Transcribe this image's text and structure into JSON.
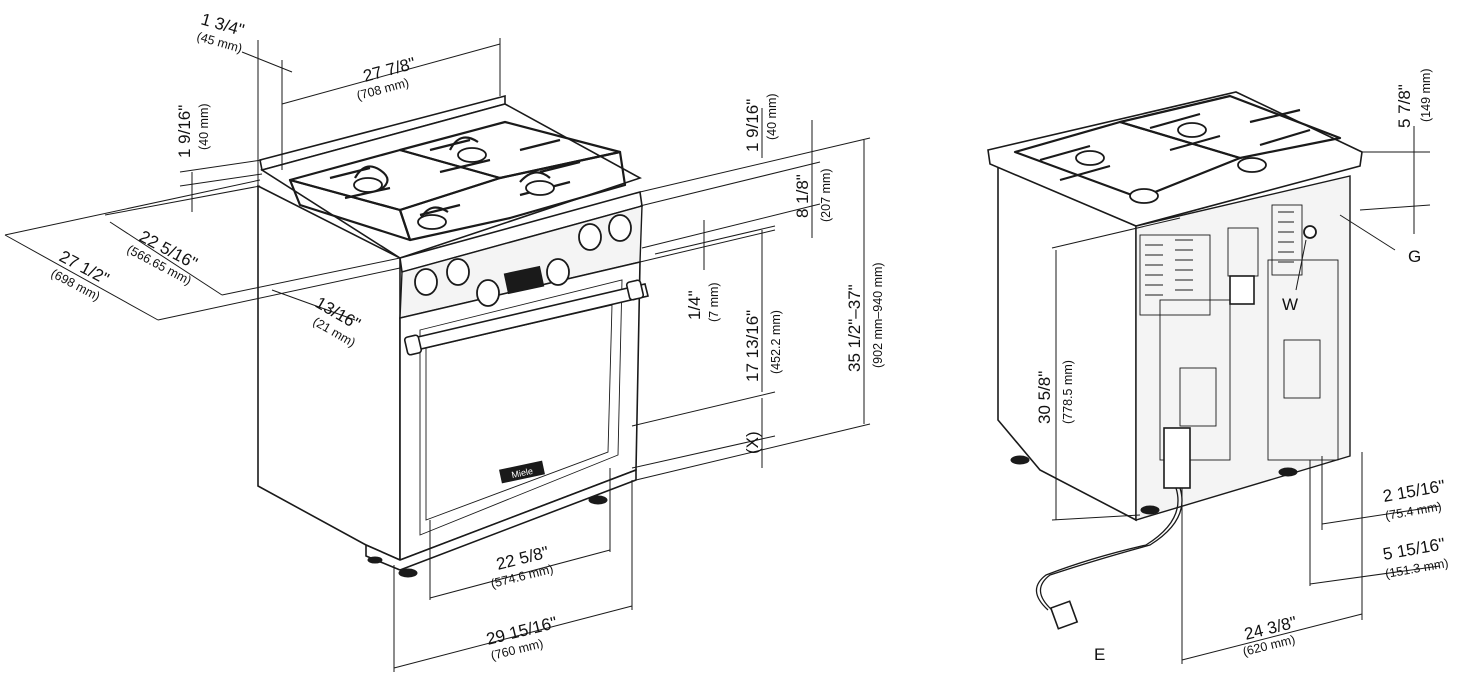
{
  "labels": {
    "dim_1_3_4": {
      "in": "1 3/4\"",
      "mm": "(45 mm)"
    },
    "dim_27_7_8": {
      "in": "27 7/8\"",
      "mm": "(708 mm)"
    },
    "dim_1_9_16_left": {
      "in": "1 9/16\"",
      "mm": "(40 mm)"
    },
    "dim_22_5_16": {
      "in": "22 5/16\"",
      "mm": "(566.65 mm)"
    },
    "dim_27_1_2": {
      "in": "27 1/2\"",
      "mm": "(698 mm)"
    },
    "dim_13_16": {
      "in": "13/16\"",
      "mm": "(21 mm)"
    },
    "dim_1_9_16_right": {
      "in": "1 9/16\"",
      "mm": "(40 mm)"
    },
    "dim_8_1_8": {
      "in": "8 1/8\"",
      "mm": "(207 mm)"
    },
    "dim_1_4": {
      "in": "1/4\"",
      "mm": "(7 mm)"
    },
    "dim_17_13_16": {
      "in": "17 13/16\"",
      "mm": "(452.2 mm)"
    },
    "dim_35": {
      "in": "35 1/2\"–37\"",
      "mm": "(902 mm–940 mm)"
    },
    "dim_x": {
      "in": "(X)"
    },
    "dim_22_5_8": {
      "in": "22 5/8\"",
      "mm": "(574.6 mm)"
    },
    "dim_29_15_16": {
      "in": "29 15/16\"",
      "mm": "(760 mm)"
    },
    "dim_5_7_8": {
      "in": "5 7/8\"",
      "mm": "(149 mm)"
    },
    "dim_30_5_8": {
      "in": "30 5/8\"",
      "mm": "(778.5 mm)"
    },
    "dim_2_15_16": {
      "in": "2 15/16\"",
      "mm": "(75.4 mm)"
    },
    "dim_5_15_16": {
      "in": "5 15/16\"",
      "mm": "(151.3 mm)"
    },
    "dim_24_3_8": {
      "in": "24 3/8\"",
      "mm": "(620 mm)"
    },
    "letter_g": "G",
    "letter_w": "W",
    "letter_e": "E",
    "brand_plate": "Miele"
  }
}
